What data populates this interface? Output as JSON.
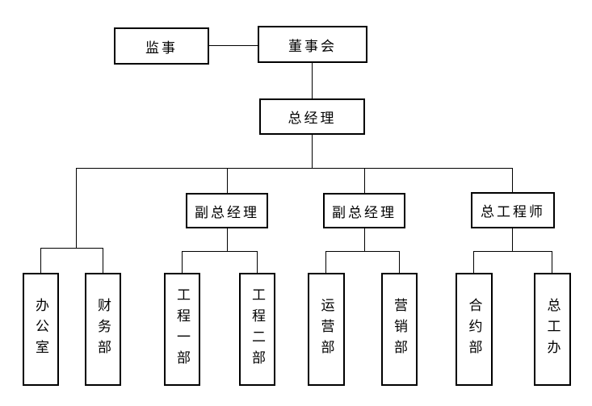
{
  "org_chart": {
    "nodes": {
      "supervisor": "监事",
      "board": "董事会",
      "general_manager": "总经理",
      "deputy_gm_1": "副总经理",
      "deputy_gm_2": "副总经理",
      "chief_engineer": "总工程师",
      "office": "办公室",
      "finance_dept": "财务部",
      "engineering_dept_1": "工程一部",
      "engineering_dept_2": "工程二部",
      "operations_dept": "运营部",
      "marketing_dept": "营销部",
      "contract_dept": "合约部",
      "chief_engineer_office": "总工办"
    },
    "edges": [
      [
        "supervisor",
        "board"
      ],
      [
        "board",
        "general_manager"
      ],
      [
        "general_manager",
        "office"
      ],
      [
        "general_manager",
        "finance_dept"
      ],
      [
        "general_manager",
        "deputy_gm_1"
      ],
      [
        "general_manager",
        "deputy_gm_2"
      ],
      [
        "general_manager",
        "chief_engineer"
      ],
      [
        "deputy_gm_1",
        "engineering_dept_1"
      ],
      [
        "deputy_gm_1",
        "engineering_dept_2"
      ],
      [
        "deputy_gm_2",
        "operations_dept"
      ],
      [
        "deputy_gm_2",
        "marketing_dept"
      ],
      [
        "chief_engineer",
        "contract_dept"
      ],
      [
        "chief_engineer",
        "chief_engineer_office"
      ]
    ],
    "colors": {
      "background": "#ffffff",
      "line": "#000000",
      "box_border": "#000000",
      "box_fill": "#ffffff",
      "text": "#000000"
    }
  }
}
